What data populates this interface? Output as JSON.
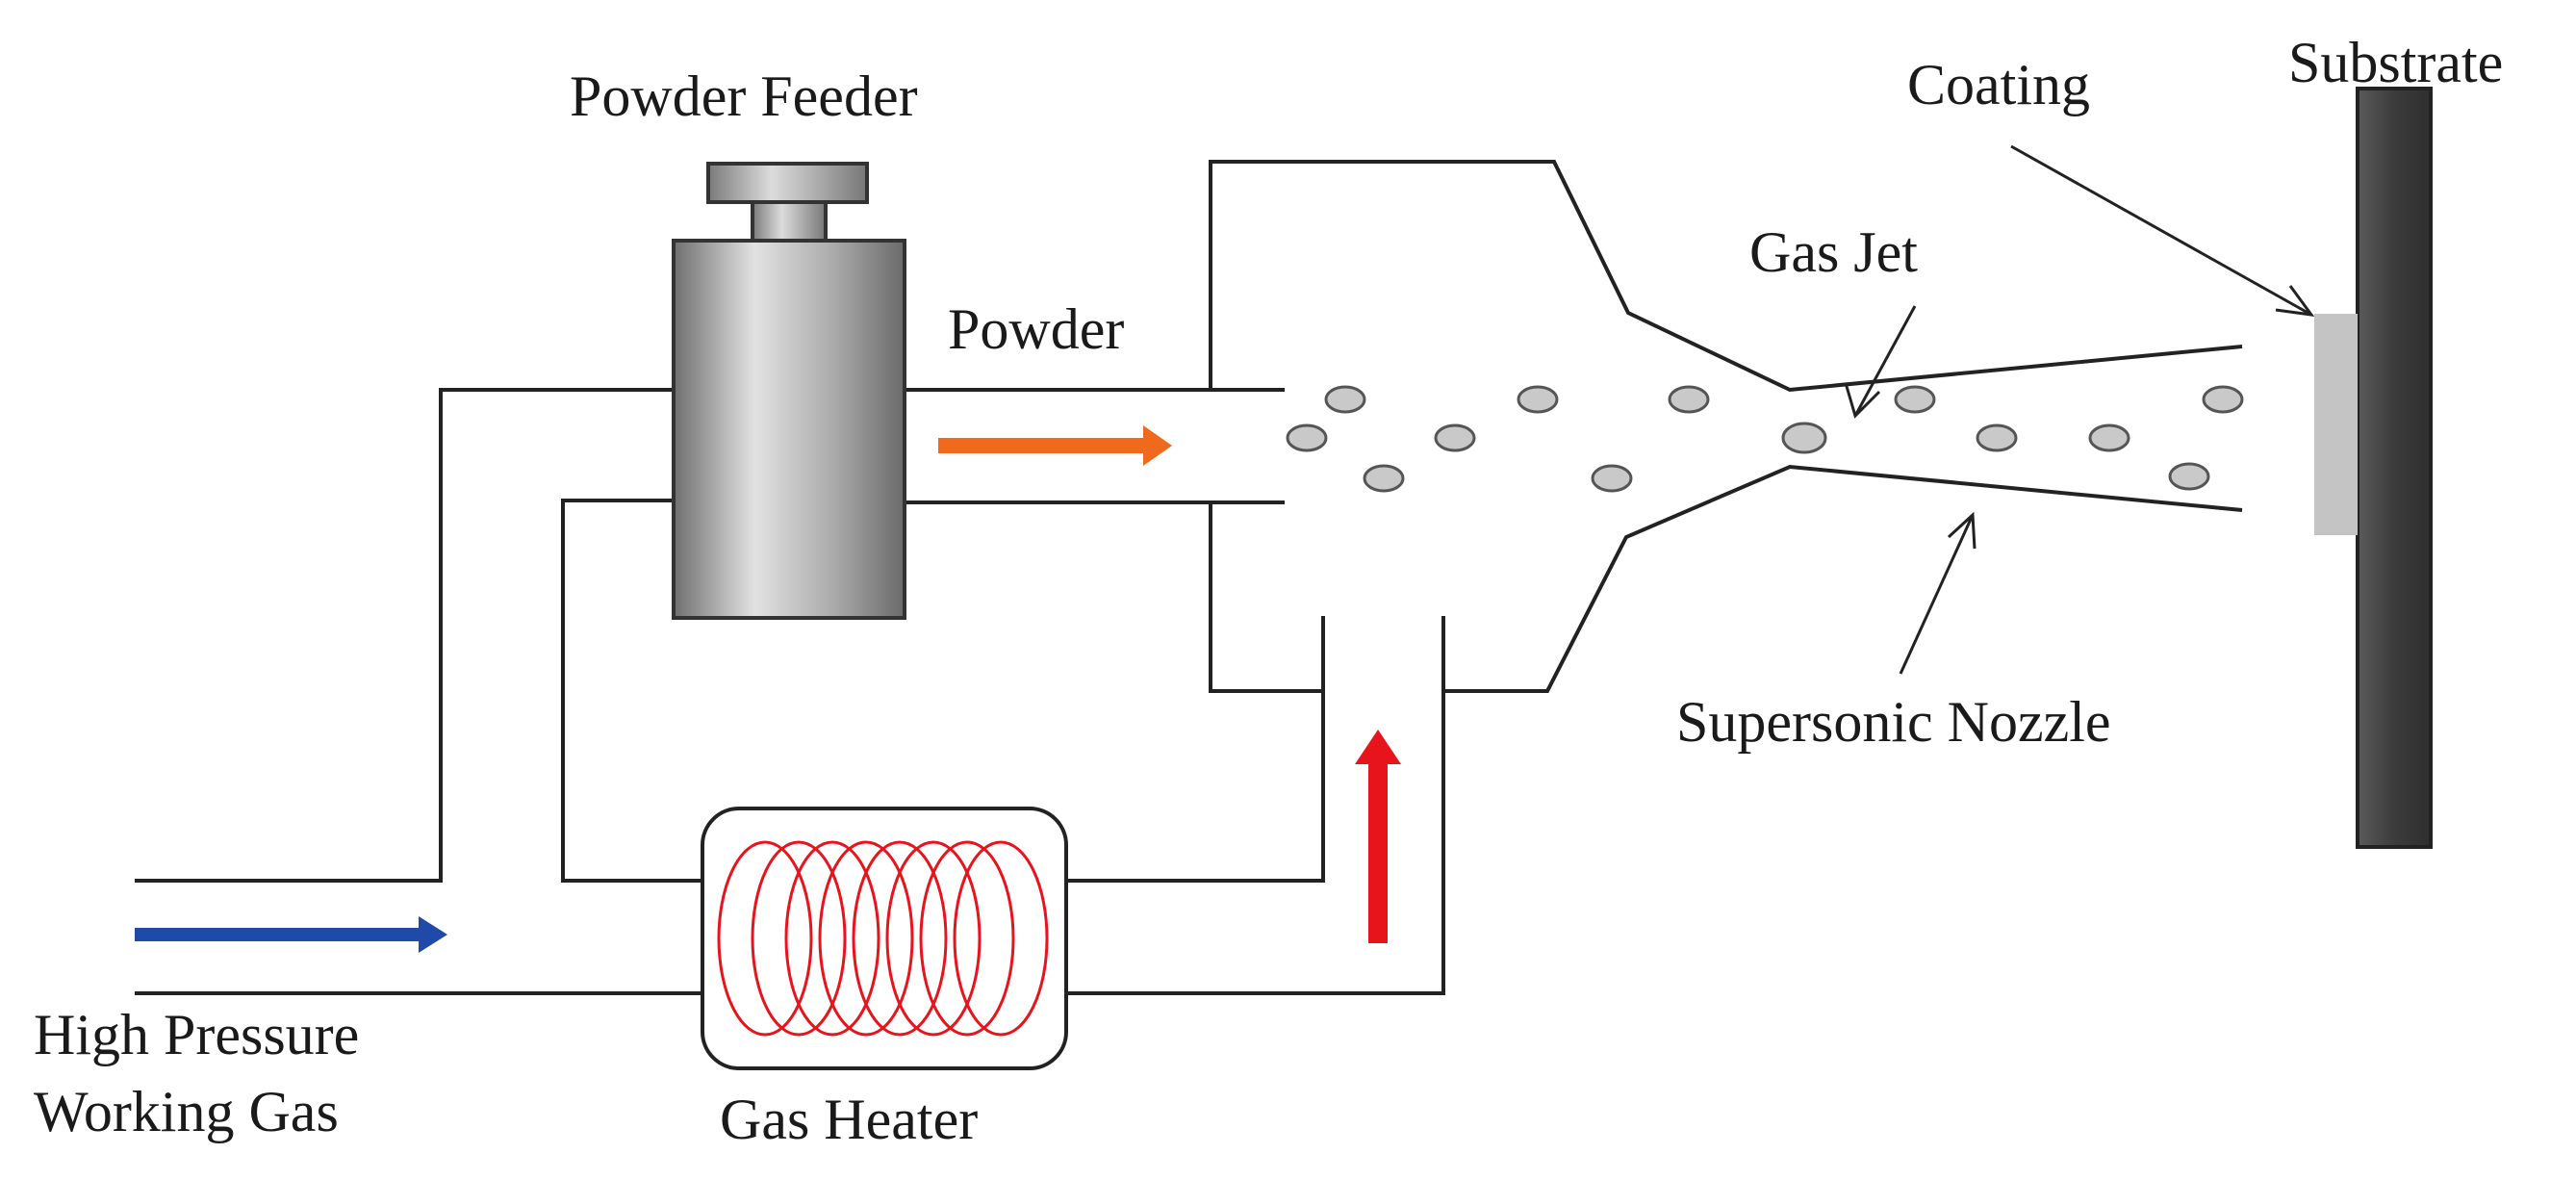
{
  "labels": {
    "powder_feeder": "Powder Feeder",
    "powder": "Powder",
    "gas_jet": "Gas Jet",
    "coating": "Coating",
    "substrate": "Substrate",
    "supersonic_nozzle": "Supersonic Nozzle",
    "high_pressure_line1": "High Pressure",
    "high_pressure_line2": "Working Gas",
    "gas_heater": "Gas Heater"
  },
  "colors": {
    "working_gas_arrow": "#1f4aa8",
    "powder_arrow": "#f06a1e",
    "heated_gas_arrow": "#e8141c",
    "heater_coil": "#e8141c",
    "feeder_body": "#8e8e8e",
    "substrate": "#4a4a4a",
    "coating": "#c4c4c4",
    "particle": "#c9c9c9"
  }
}
